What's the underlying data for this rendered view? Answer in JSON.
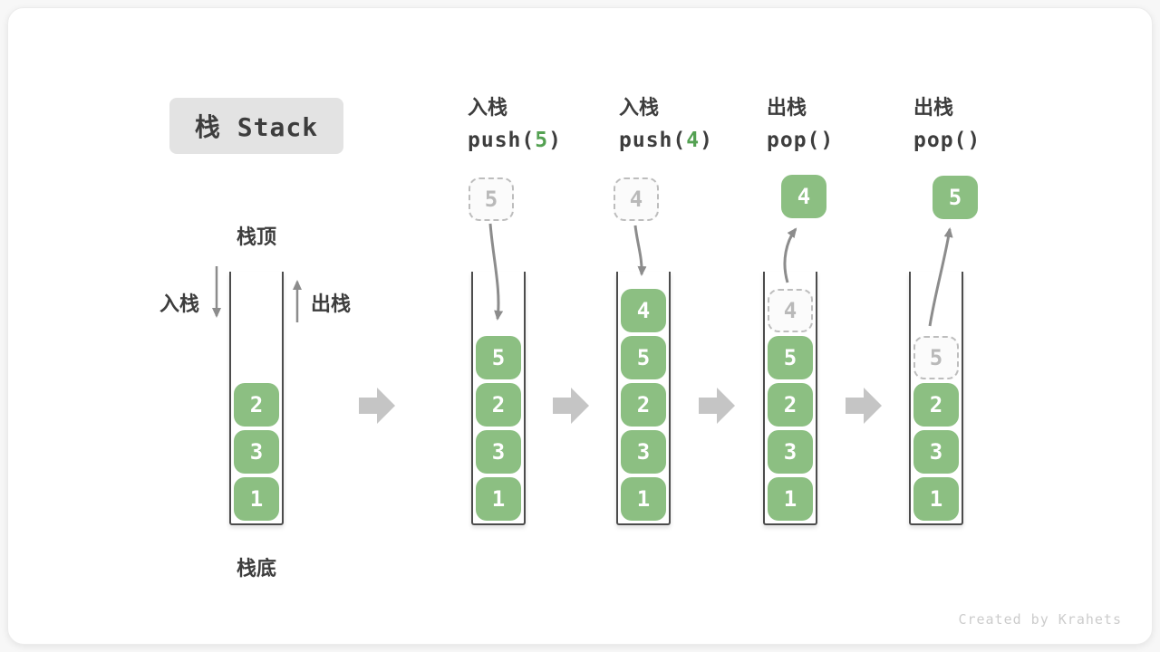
{
  "title": {
    "text": "栈 Stack"
  },
  "legend": {
    "stack_top": "栈顶",
    "stack_bottom": "栈底",
    "push_label": "入栈",
    "pop_label": "出栈"
  },
  "operations": [
    {
      "label": "入栈",
      "code_pre": "push(",
      "arg": "5",
      "code_post": ")"
    },
    {
      "label": "入栈",
      "code_pre": "push(",
      "arg": "4",
      "code_post": ")"
    },
    {
      "label": "出栈",
      "code_pre": "pop(",
      "arg": "",
      "code_post": ")"
    },
    {
      "label": "出栈",
      "code_pre": "pop(",
      "arg": "",
      "code_post": ")"
    }
  ],
  "stacks": [
    {
      "cells": [
        {
          "v": "2"
        },
        {
          "v": "3"
        },
        {
          "v": "1"
        }
      ]
    },
    {
      "cells": [
        {
          "v": "5"
        },
        {
          "v": "2"
        },
        {
          "v": "3"
        },
        {
          "v": "1"
        }
      ],
      "floating": {
        "v": "5",
        "ghost": true
      }
    },
    {
      "cells": [
        {
          "v": "4"
        },
        {
          "v": "5"
        },
        {
          "v": "2"
        },
        {
          "v": "3"
        },
        {
          "v": "1"
        }
      ],
      "floating": {
        "v": "4",
        "ghost": true
      }
    },
    {
      "cells": [
        {
          "v": "4",
          "ghost": true
        },
        {
          "v": "5"
        },
        {
          "v": "2"
        },
        {
          "v": "3"
        },
        {
          "v": "1"
        }
      ],
      "floating": {
        "v": "4",
        "ghost": false
      }
    },
    {
      "cells": [
        {
          "v": "5",
          "ghost": true
        },
        {
          "v": "2"
        },
        {
          "v": "3"
        },
        {
          "v": "1"
        }
      ],
      "floating": {
        "v": "5",
        "ghost": false
      }
    }
  ],
  "watermark": "Created by Krahets",
  "colors": {
    "cell_green": "#8cbf82",
    "arg_green": "#54a152",
    "ink": "#3d3d3d",
    "ghost_border": "#bdbdbd",
    "arrow_gray": "#8c8c8c",
    "block_arrow": "#c5c5c5",
    "title_bg": "#e3e3e3"
  }
}
